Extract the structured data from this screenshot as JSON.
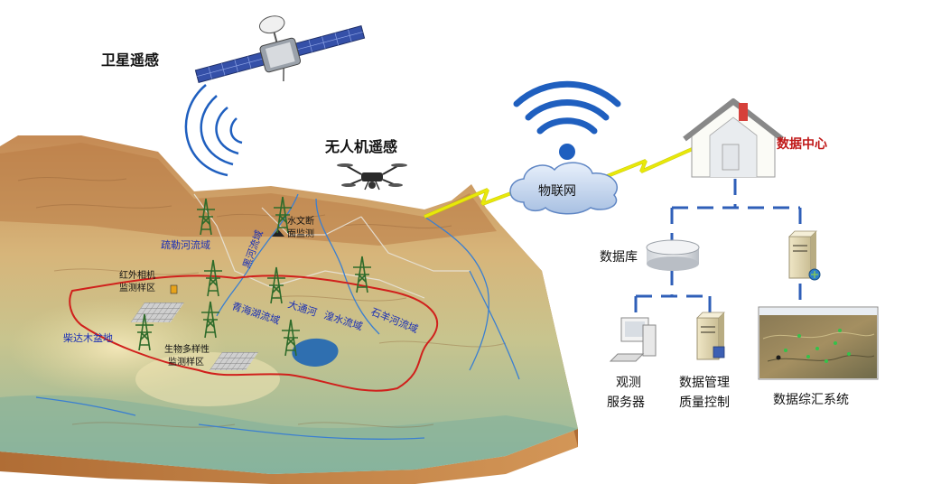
{
  "labels": {
    "satellite": "卫星遥感",
    "drone": "无人机遥感",
    "iot": "物联网",
    "data_center": "数据中心",
    "database": "数据库",
    "obs_server_line1": "观测",
    "obs_server_line2": "服务器",
    "quality_line1": "数据管理",
    "quality_line2": "质量控制",
    "summary_system": "数据综汇系统"
  },
  "map_labels": {
    "shule": "疏勒河流域",
    "heihe": "黑河流域",
    "hydrology_line1": "水文断",
    "hydrology_line2": "面监测",
    "infrared_line1": "红外相机",
    "infrared_line2": "监测样区",
    "qinghai_lake": "青海湖流域",
    "datong": "大通河",
    "huangshui": "湟水流域",
    "shiyang": "石羊河流域",
    "qaidam": "柴达木盆地",
    "biodiv_line1": "生物多样性",
    "biodiv_line2": "监测样区"
  },
  "colors": {
    "link_dashed": "#2f5fb8",
    "wireless": "#1f5fbf",
    "basin_boundary": "#d0201c",
    "river": "#3a7fd1",
    "lightning": "#e8e80a"
  }
}
